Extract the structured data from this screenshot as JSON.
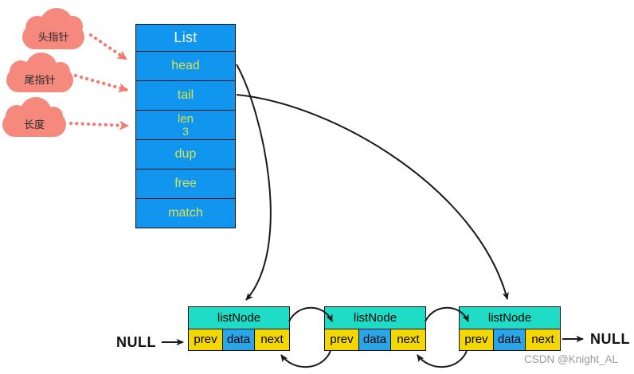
{
  "list_struct": {
    "title": "List",
    "fields": [
      "head",
      "tail",
      "len",
      "dup",
      "free",
      "match"
    ],
    "len_value": "3"
  },
  "clouds": [
    {
      "label": "头指针"
    },
    {
      "label": "尾指针"
    },
    {
      "label": "长度"
    }
  ],
  "nodes": [
    {
      "title": "listNode",
      "cells": [
        "prev",
        "data",
        "next"
      ]
    },
    {
      "title": "listNode",
      "cells": [
        "prev",
        "data",
        "next"
      ]
    },
    {
      "title": "listNode",
      "cells": [
        "prev",
        "data",
        "next"
      ]
    }
  ],
  "labels": {
    "null_left": "NULL",
    "null_right": "NULL"
  },
  "watermark": "CSDN @Knight_AL",
  "icons": {
    "cloud": "css-cloud-shape",
    "arrow": "svg-curved-arrow",
    "dotted_arrow": "svg-dotted-arrow"
  },
  "colors": {
    "list_box_blue": "#1196F0",
    "field_text_yellow": "#D8E34C",
    "node_header_teal": "#1FDCC6",
    "cell_yellow": "#F2D703",
    "cell_data_blue": "#2AA5E8",
    "cloud_salmon": "#F5897E",
    "dotted_arrow_red": "#F4796E",
    "arrow_black": "#1A1A1A",
    "watermark_gray": "#9B9B9B",
    "title_text_white": "#FFFFFF"
  }
}
